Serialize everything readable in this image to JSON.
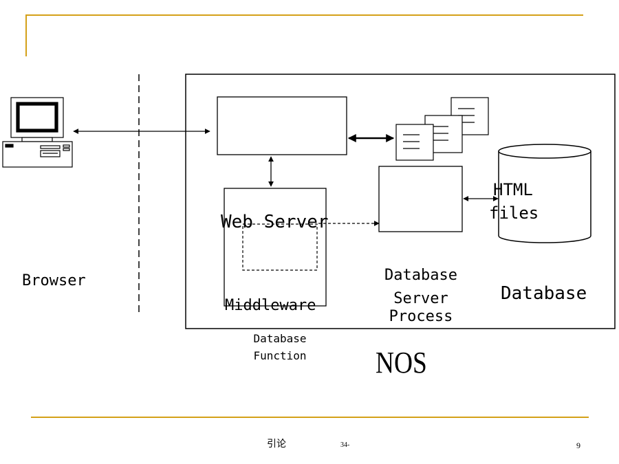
{
  "labels": {
    "web_server": "Web Server",
    "middleware": "Middleware",
    "html_files_line1": "HTML",
    "html_files_line2": "files",
    "browser": "Browser",
    "db_server_line1": "Database",
    "db_server_line2": "Server",
    "db_server_line3": "Process",
    "database": "Database",
    "db_function_line1": "Database",
    "db_function_line2": "Function",
    "nos": "NOS"
  },
  "footer": {
    "center_text": "引论",
    "code": "34-",
    "page_number": "9"
  },
  "colors": {
    "accent_rule": "#D4A017",
    "stroke": "#000000"
  },
  "icons": {
    "client": "desktop-computer-icon",
    "documents": "document-stack-icon",
    "database": "database-cylinder-icon"
  }
}
